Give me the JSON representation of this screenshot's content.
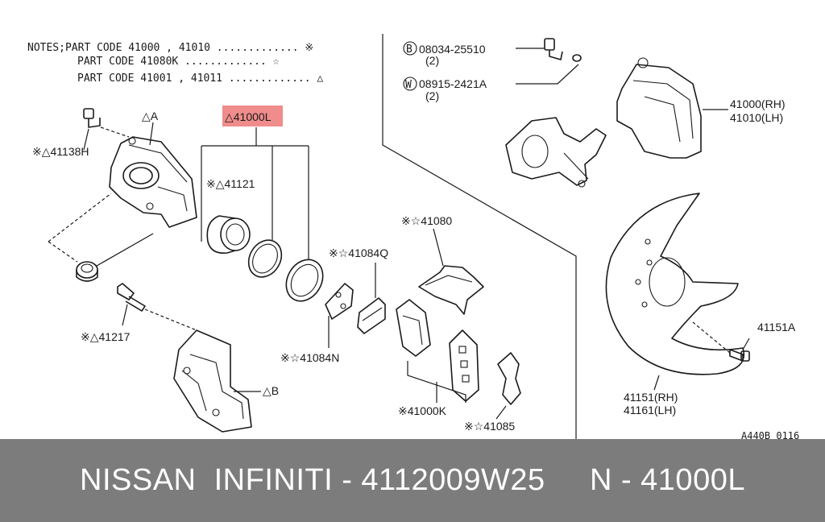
{
  "notes": {
    "line1": "NOTES;PART CODE  41000  , 41010 ............. ※",
    "line2": "PART CODE  41080K  ............. ☆",
    "line3": "PART CODE  41001  , 41011 ............. △"
  },
  "labels": {
    "highlight": "△41000L",
    "caliper_a": "△A",
    "bolt_41138h": "※△41138H",
    "seal_41121": "※△41121",
    "pin_41217": "※△41217",
    "bracket_b": "△B",
    "shim_41084q": "※☆41084Q",
    "shim_41084n": "※☆41084N",
    "clip_41080": "※☆41080",
    "pad_41000k": "※41000K",
    "spring_41085": "※☆41085",
    "bolt_b": "08034-25510",
    "bolt_b_qty": "(2)",
    "washer_w": "08915-2421A",
    "washer_w_qty": "(2)",
    "caliper_rh": "41000(RH)",
    "caliper_lh": "41010(LH)",
    "bolt_41151a": "41151A",
    "plate_rh": "41151(RH)",
    "plate_lh": "41161(LH)",
    "figure_code": "A440B 0116"
  },
  "footer": {
    "text": "NISSAN  INFINITI - 4112009W25     N - 41000L"
  },
  "colors": {
    "highlight": "#f08c8c",
    "footer_bg": "#7c7c7c"
  }
}
